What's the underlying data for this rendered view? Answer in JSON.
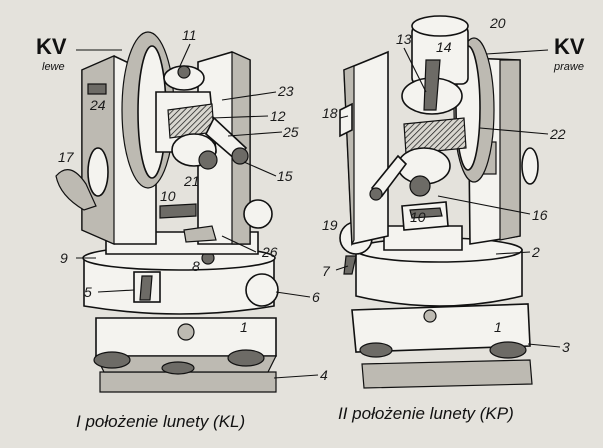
{
  "left_instrument": {
    "kv_title": "KV",
    "kv_subtitle": "lewe",
    "caption": "I położenie lunety (KL)",
    "labels": [
      "11",
      "24",
      "23",
      "12",
      "25",
      "17",
      "21",
      "15",
      "10",
      "9",
      "8",
      "26",
      "5",
      "6",
      "1",
      "4"
    ]
  },
  "right_instrument": {
    "kv_title": "KV",
    "kv_subtitle": "prawe",
    "caption": "II położenie lunety (KP)",
    "labels": [
      "20",
      "13",
      "14",
      "18",
      "22",
      "19",
      "10",
      "16",
      "2",
      "7",
      "1",
      "3"
    ]
  },
  "colors": {
    "background": "#e4e2dc",
    "ink": "#111111",
    "shading": "#bdbab2"
  }
}
